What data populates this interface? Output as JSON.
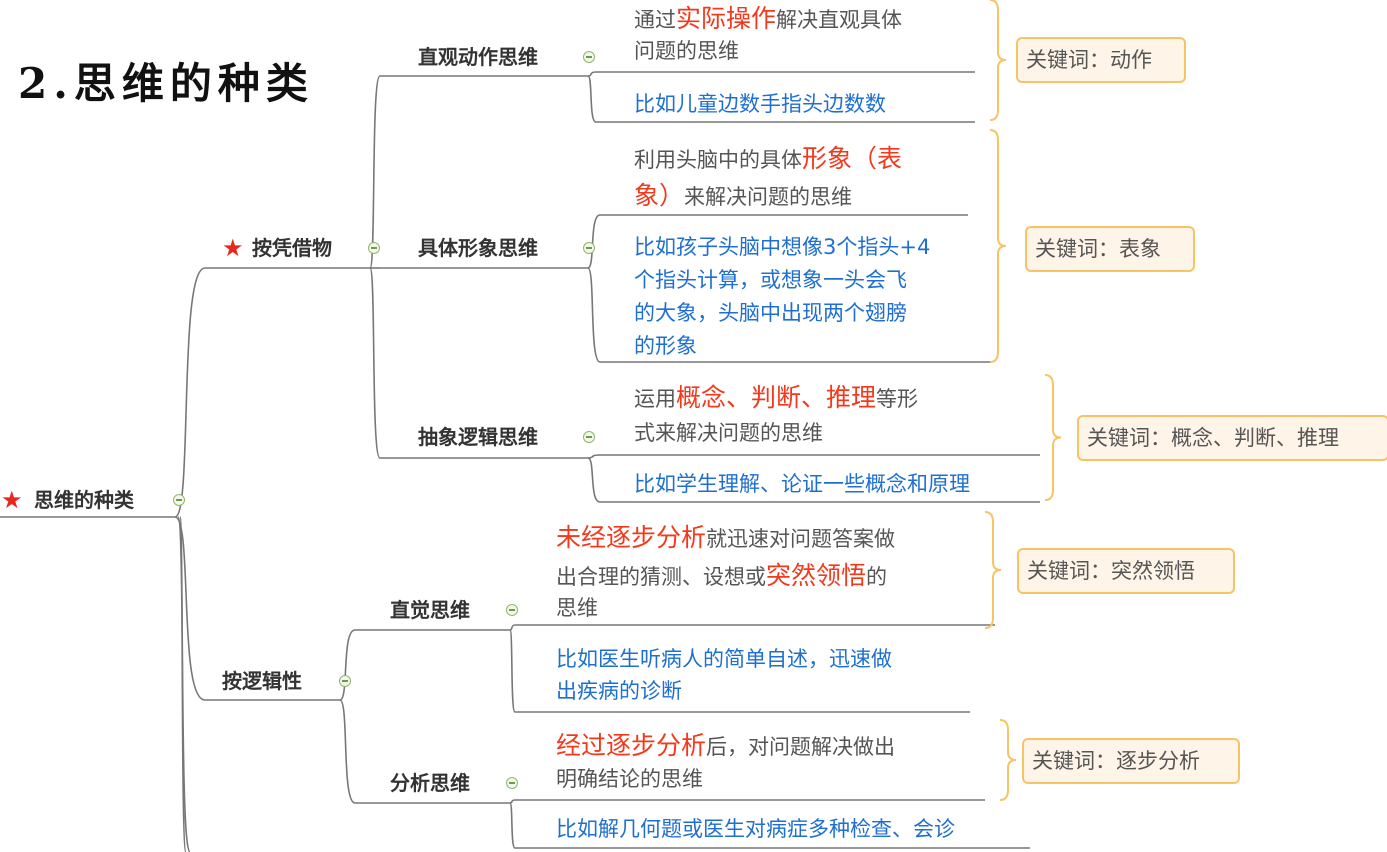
{
  "title": "2.思维的种类",
  "colors": {
    "highlight": "#f3391c",
    "example_text": "#1f6fd1",
    "keyword_border": "#f6c467",
    "keyword_fill": "#fff4e8",
    "star": "#e8281e",
    "collapse": "#8fb66a"
  },
  "root": {
    "label": "思维的种类",
    "starred": true,
    "icon": "star-icon"
  },
  "branches": [
    {
      "label": "按凭借物",
      "starred": true,
      "children": [
        {
          "label": "直观动作思维",
          "definition": [
            [
              {
                "text": "通过"
              },
              {
                "text": "实际操作",
                "highlight": true
              },
              {
                "text": "解决直观具体"
              }
            ],
            [
              {
                "text": "问题的思维"
              }
            ]
          ],
          "example": [
            "比如儿童边数手指头边数数"
          ],
          "keyword": "关键词：动作"
        },
        {
          "label": "具体形象思维",
          "definition": [
            [
              {
                "text": "利用头脑中的具体"
              },
              {
                "text": "形象（表",
                "highlight": true
              }
            ],
            [
              {
                "text": "象）",
                "highlight": true
              },
              {
                "text": "来解决问题的思维"
              }
            ]
          ],
          "example": [
            "比如孩子头脑中想像3个指头+4",
            "个指头计算，或想象一头会飞",
            "的大象，头脑中出现两个翅膀",
            "的形象"
          ],
          "keyword": "关键词：表象"
        },
        {
          "label": "抽象逻辑思维",
          "definition": [
            [
              {
                "text": "运用"
              },
              {
                "text": "概念、判断、推理",
                "highlight": true
              },
              {
                "text": "等形"
              }
            ],
            [
              {
                "text": "式来解决问题的思维"
              }
            ]
          ],
          "example": [
            "比如学生理解、论证一些概念和原理"
          ],
          "keyword": "关键词：概念、判断、推理"
        }
      ]
    },
    {
      "label": "按逻辑性",
      "starred": false,
      "children": [
        {
          "label": "直觉思维",
          "definition": [
            [
              {
                "text": "未经逐步分析",
                "highlight": true
              },
              {
                "text": "就迅速对问题答案做"
              }
            ],
            [
              {
                "text": "出合理的猜测、设想或"
              },
              {
                "text": "突然领悟",
                "highlight": true
              },
              {
                "text": "的"
              }
            ],
            [
              {
                "text": "思维"
              }
            ]
          ],
          "example": [
            "比如医生听病人的简单自述，迅速做",
            "出疾病的诊断"
          ],
          "keyword": "关键词：突然领悟"
        },
        {
          "label": "分析思维",
          "definition": [
            [
              {
                "text": "经过逐步分析",
                "highlight": true
              },
              {
                "text": "后，对问题解决做出"
              }
            ],
            [
              {
                "text": "明确结论的思维"
              }
            ]
          ],
          "example": [
            "比如解几何题或医生对病症多种检查、会诊"
          ],
          "keyword": "关键词：逐步分析"
        }
      ]
    }
  ]
}
